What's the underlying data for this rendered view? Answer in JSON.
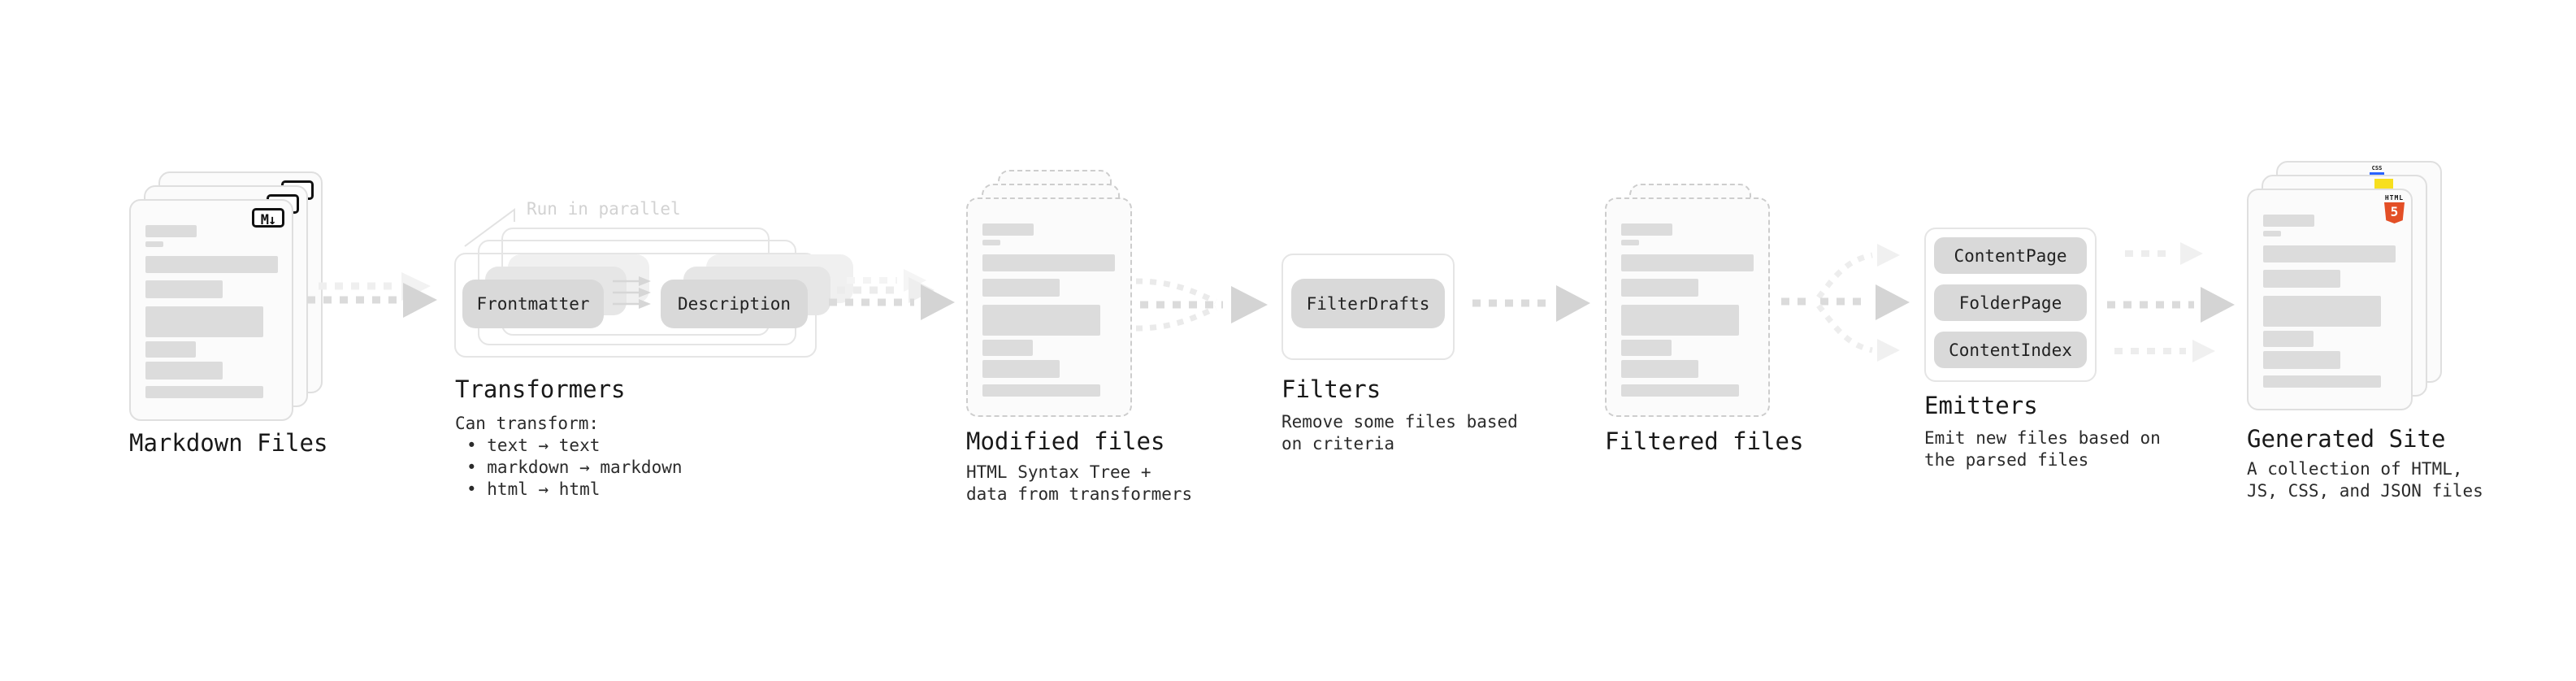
{
  "sections": {
    "markdown_files": {
      "label": "Markdown Files",
      "badge": "M↓"
    },
    "transformers": {
      "note": "Run in parallel",
      "pill_left": "Frontmatter",
      "pill_right": "Description",
      "heading": "Transformers",
      "desc_intro": "Can transform:",
      "bullets": [
        "• text → text",
        "• markdown → markdown",
        "• html → html"
      ]
    },
    "modified_files": {
      "label": "Modified files",
      "desc": [
        "HTML Syntax Tree +",
        "data from transformers"
      ]
    },
    "filters": {
      "heading": "Filters",
      "pill": "FilterDrafts",
      "desc": [
        "Remove some files based",
        "on criteria"
      ]
    },
    "filtered_files": {
      "label": "Filtered files"
    },
    "emitters": {
      "heading": "Emitters",
      "pills": [
        "ContentPage",
        "FolderPage",
        "ContentIndex"
      ],
      "desc": [
        "Emit new files based on",
        "the parsed files"
      ]
    },
    "generated_site": {
      "label": "Generated Site",
      "badge_html_word": "HTML",
      "badge_html_number": "5",
      "badge_css": "CSS",
      "desc": [
        "A collection of HTML,",
        "JS, CSS, and JSON files"
      ]
    }
  },
  "colors": {
    "arrow_main": "#d4d4d4",
    "arrow_light": "#efefef",
    "pill_bg": "#d9d9d9",
    "html5_orange": "#e34f26",
    "js_yellow": "#f7df1e",
    "css_blue": "#2962ff"
  }
}
